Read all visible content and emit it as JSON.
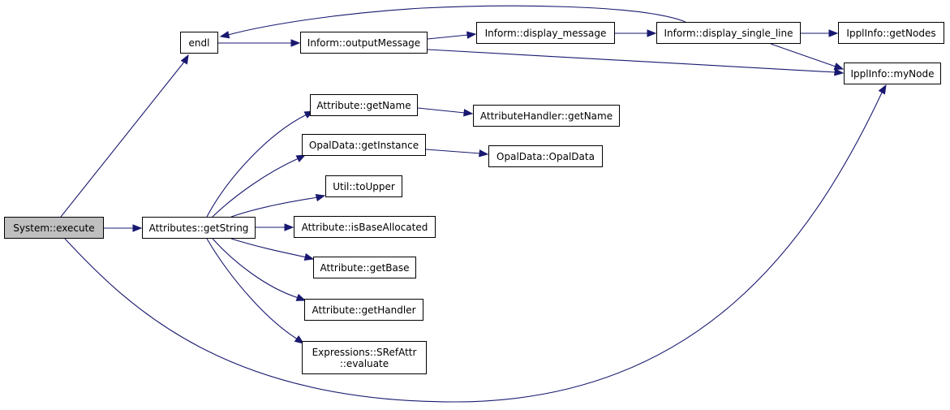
{
  "graph": {
    "colors": {
      "edge": "#191970",
      "node_border": "#000000",
      "current_fill": "#bfbfbf",
      "node_fill": "#ffffff"
    },
    "nodes": [
      {
        "id": "system-execute",
        "label": "System::execute",
        "current": true
      },
      {
        "id": "endl",
        "label": "endl"
      },
      {
        "id": "inform-outputmessage",
        "label": "Inform::outputMessage"
      },
      {
        "id": "inform-display-message",
        "label": "Inform::display_message"
      },
      {
        "id": "inform-display-single-line",
        "label": "Inform::display_single_line"
      },
      {
        "id": "ipplinfo-getnodes",
        "label": "IpplInfo::getNodes"
      },
      {
        "id": "ipplinfo-mynode",
        "label": "IpplInfo::myNode"
      },
      {
        "id": "attributes-getstring",
        "label": "Attributes::getString"
      },
      {
        "id": "attribute-getname",
        "label": "Attribute::getName"
      },
      {
        "id": "attributehandler-getname",
        "label": "AttributeHandler::getName"
      },
      {
        "id": "opaldata-getinstance",
        "label": "OpalData::getInstance"
      },
      {
        "id": "opaldata-opaldata",
        "label": "OpalData::OpalData"
      },
      {
        "id": "util-toupper",
        "label": "Util::toUpper"
      },
      {
        "id": "attribute-isbaseallocated",
        "label": "Attribute::isBaseAllocated"
      },
      {
        "id": "attribute-getbase",
        "label": "Attribute::getBase"
      },
      {
        "id": "attribute-gethandler",
        "label": "Attribute::getHandler"
      },
      {
        "id": "expressions-srefattr-evaluate",
        "label": "Expressions::SRefAttr\n::evaluate"
      }
    ]
  }
}
